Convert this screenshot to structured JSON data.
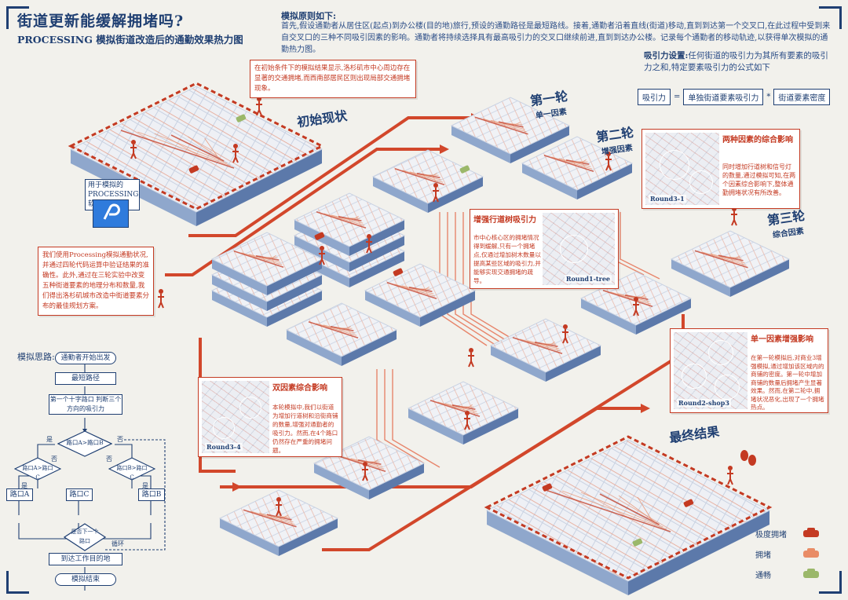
{
  "header": {
    "title": "街道更新能缓解拥堵吗?",
    "subtitle": "PROCESSING 模拟街道改造后的通勤效果热力图"
  },
  "principle": {
    "heading": "模拟原则如下:",
    "body": "首先,假设通勤者从居住区(起点)到办公楼(目的地)旅行,预设的通勤路径是最短路线。接着,通勤者沿着直线(街道)移动,直到到达第一个交叉口,在此过程中受到来自交叉口的三种不同吸引因素的影响。通勤者将持续选择具有最高吸引力的交叉口继续前进,直到到达办公楼。记录每个通勤者的移动轨迹,以获得单次模拟的通勤热力图。"
  },
  "attraction": {
    "heading": "吸引力设置:",
    "body": "任何街道的吸引力为其所有要素的吸引力之和,特定要素吸引力的公式如下",
    "formula": {
      "lhs": "吸引力",
      "eq": "=",
      "term1": "单独街道要素吸引力",
      "times": "*",
      "term2": "街道要素密度"
    }
  },
  "notes": {
    "initial": "在初始条件下的模拟结果显示,洛杉矶市中心周边存在显著的交通拥堵,而西南部居民区则出现局部交通拥堵现象。",
    "method": "我们使用Processing模拟通勤状况,并通过四轮代码运算中验证结果的准确性。此外,通过在三轮实验中改变五种街道要素的地理分布和数量,我们得出洛杉矶城市改造中街道要素分布的最佳规划方案。",
    "software": "用于模拟的PROCESSING软件"
  },
  "board_labels": {
    "initial": "初始现状",
    "round1_main": "第一轮",
    "round1_sub": "单一因素",
    "round2_main": "第二轮",
    "round2_sub": "增强因素",
    "round3_main": "第三轮",
    "round3_sub": "综合因素",
    "final": "最终结果"
  },
  "panels": {
    "combined": {
      "heading": "两种因素的综合影响",
      "text": "同时增加行道树和信号灯的数量,通过模拟可知,在两个因素综合影响下,整体通勤拥堵状况有所改善。",
      "tag": "Round3-1"
    },
    "tree": {
      "heading": "增强行道树吸引力",
      "text": "市中心核心区的拥堵情况得到缓解,只有一个拥堵点,仅通过增加树木数量以提高某些区域的吸引力,并能够实现交通拥堵的疏导。",
      "tag": "Round1-tree"
    },
    "dual": {
      "heading": "双因素综合影响",
      "text": "本轮模拟中,我们以街道为增加行道树和沿街商铺的数量,增强对通勤者的吸引力。然而,在4个路口仍然存在严重的拥堵问题。",
      "tag": "Round3-4"
    },
    "single": {
      "heading": "单一因素增强影响",
      "text": "在第一轮模拟后,对商业3增强模拟,通过增加该区域内的商铺的密度。第一轮中增加商铺的数量后拥堵产生显著效果。然而,在第二轮中,拥堵状况恶化,出现了一个拥堵热点。",
      "tag": "Round2-shop3"
    }
  },
  "flowchart": {
    "title": "模拟思路:",
    "start": "通勤者开始出发",
    "route": "最短路径",
    "step": "第一个十字路口 判断三个方向的吸引力",
    "d1": "路口A>路口B",
    "yes": "是",
    "no": "否",
    "d2": "路口A>路口C",
    "d3": "路口B>路口C",
    "a": "路口A",
    "c": "路口C",
    "b": "路口B",
    "check": "是否下一个路口",
    "loop": "循环",
    "arrive": "到达工作目的地",
    "end": "模拟结束"
  },
  "legend": {
    "items": [
      {
        "label": "极度拥堵",
        "color": "#c43a22"
      },
      {
        "label": "拥堵",
        "color": "#e98c66"
      },
      {
        "label": "通畅",
        "color": "#9bb86a"
      }
    ]
  },
  "colors": {
    "navy": "#1f3f72",
    "red": "#c43a22",
    "board_side_left": "#8fa7cc",
    "board_side_right": "#5c79aa",
    "board_top": "#eef0f5"
  }
}
